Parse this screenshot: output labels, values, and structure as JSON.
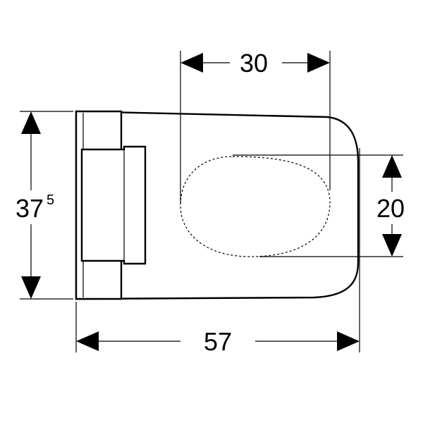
{
  "dimensions": {
    "top_width": {
      "value": "30"
    },
    "side_height": {
      "value": "37",
      "superscript": "5"
    },
    "right_height": {
      "value": "20"
    },
    "total_length": {
      "value": "57"
    }
  },
  "colors": {
    "line": "#000000",
    "background": "#ffffff"
  }
}
